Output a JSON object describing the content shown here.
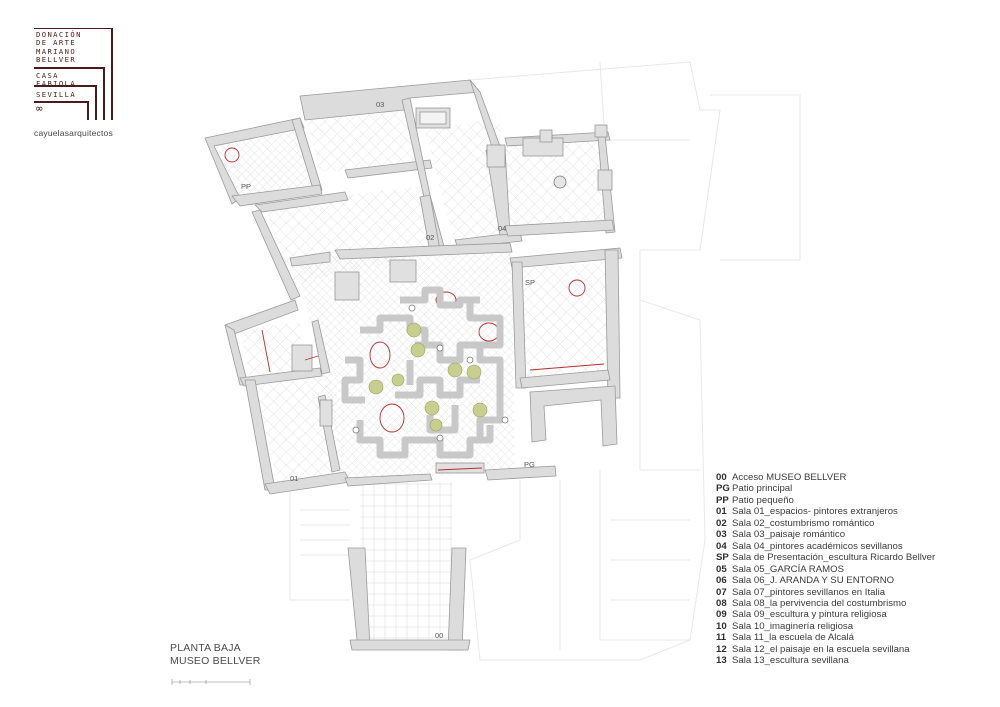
{
  "logo": {
    "title_lines": [
      "DONACIÓN",
      "DE ARTE",
      "MARIANO",
      "BELLVER"
    ],
    "subtitle_lines": [
      "CASA",
      "FABIOLA"
    ],
    "city": "SEVILLA",
    "symbol": "∞",
    "studio": "cayuelasarquitectos",
    "color": "#4a1b1b"
  },
  "caption": {
    "line1": "PLANTA BAJA",
    "line2": "MUSEO BELLVER"
  },
  "room_labels": {
    "r03": "03",
    "pp": "PP",
    "r02": "02",
    "r04": "04",
    "sp": "SP",
    "r01": "01",
    "pg": "PG",
    "r00": "00"
  },
  "legend": [
    {
      "code": "00",
      "text": "Acceso MUSEO BELLVER"
    },
    {
      "code": "PG",
      "text": "Patio principal"
    },
    {
      "code": "PP",
      "text": "Patio pequeño"
    },
    {
      "code": "01",
      "text": "Sala 01_espacios- pintores extranjeros"
    },
    {
      "code": "02",
      "text": "Sala 02_costumbrismo romántico"
    },
    {
      "code": "03",
      "text": "Sala 03_paisaje romántico"
    },
    {
      "code": "04",
      "text": "Sala 04_pintores académicos sevillanos"
    },
    {
      "code": "SP",
      "text": "Sala de Presentación_escultura Ricardo Bellver"
    },
    {
      "code": "05",
      "text": "Sala 05_GARCÍA RAMOS"
    },
    {
      "code": "06",
      "text": "Sala 06_J. ARANDA Y SU ENTORNO"
    },
    {
      "code": "07",
      "text": "Sala 07_pintores sevillanos en Italia"
    },
    {
      "code": "08",
      "text": "Sala 08_la pervivencia del costumbrismo"
    },
    {
      "code": "09",
      "text": "Sala 09_escultura y pintura religiosa"
    },
    {
      "code": "10",
      "text": "Sala 10_imaginería religiosa"
    },
    {
      "code": "11",
      "text": "Sala 11_la escuela de Alcalá"
    },
    {
      "code": "12",
      "text": "Sala 12_el paisaje en la escuela sevillana"
    },
    {
      "code": "13",
      "text": "Sala 13_escultura sevillana"
    }
  ],
  "colors": {
    "wall": "#dcdcdc",
    "wall_outline": "#9a9a9a",
    "ghost_outline": "#e6e6e6",
    "accent_red": "#b5302c",
    "plant": "#c8cf8e"
  }
}
